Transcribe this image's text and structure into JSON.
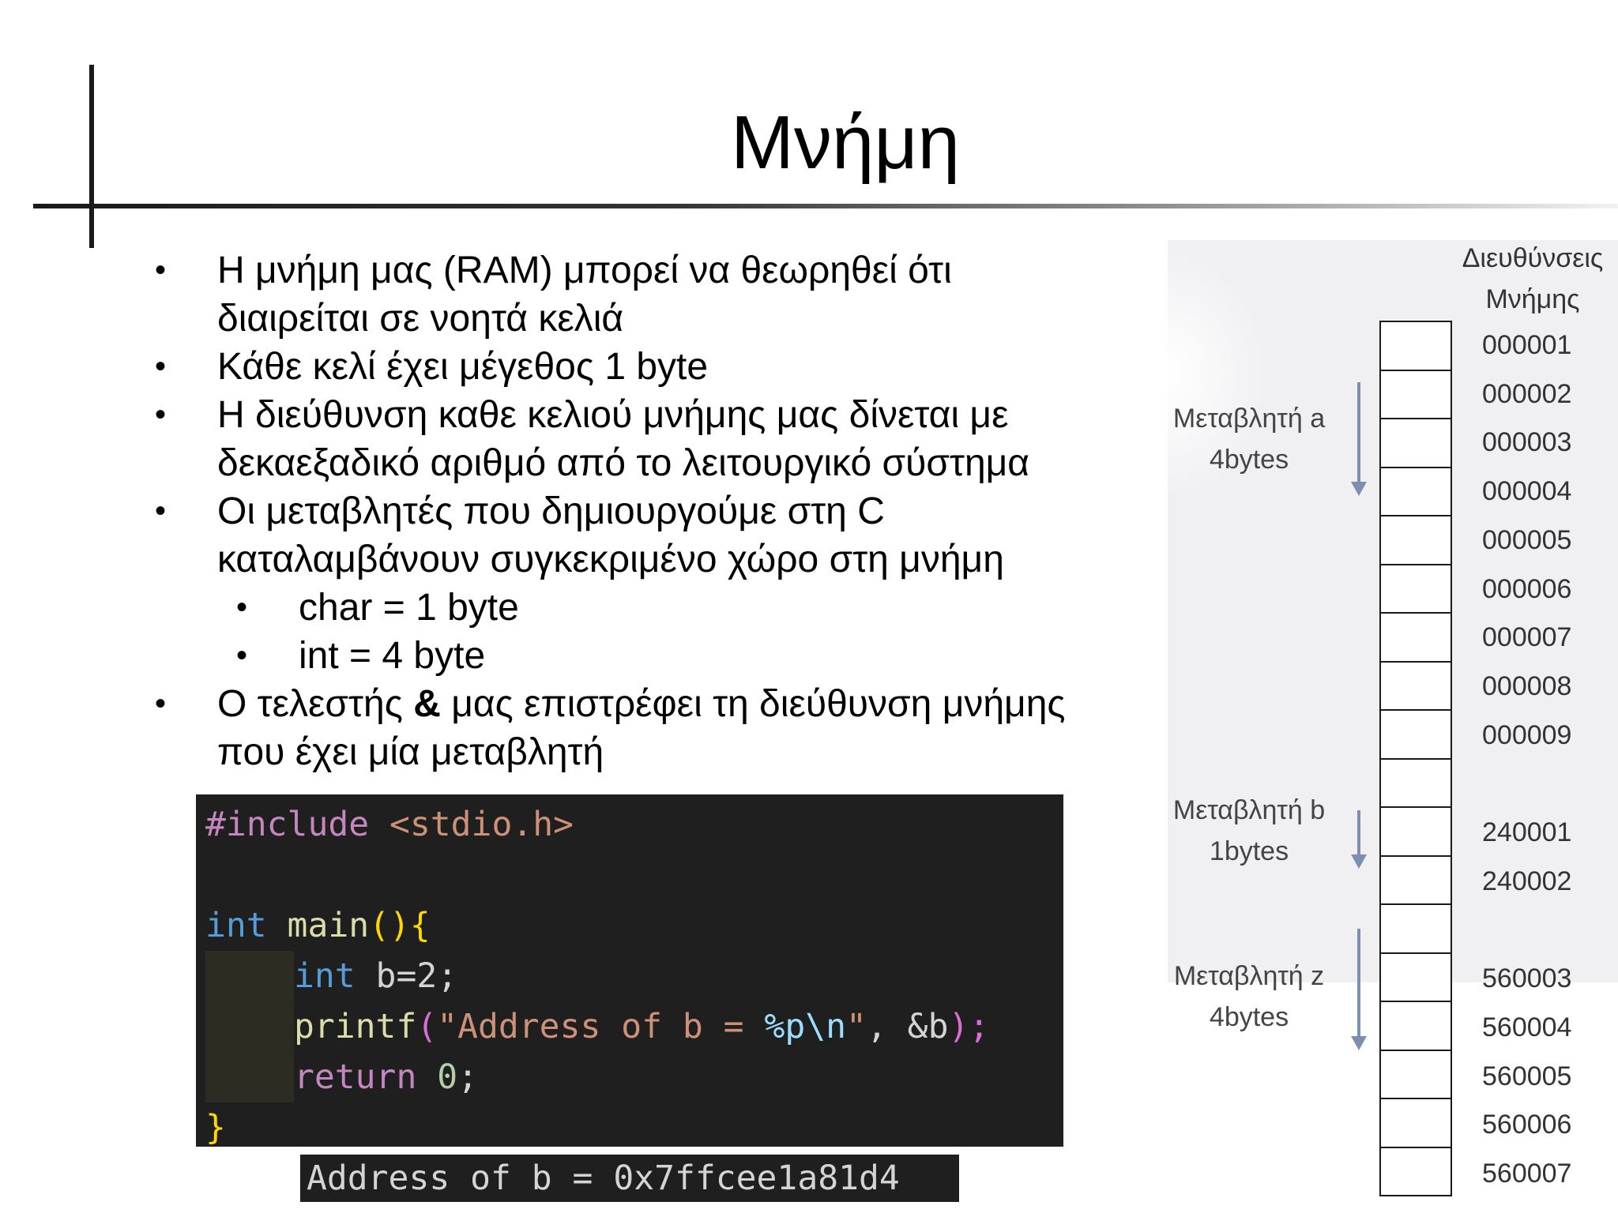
{
  "slide": {
    "title": "Μνήμη",
    "bullets": [
      "Η μνήμη μας (RAM) μπορεί να θεωρηθεί ότι",
      "διαιρείται σε νοητά κελιά",
      "Κάθε κελί έχει μέγεθος 1 byte",
      "Η διεύθυνση καθε κελιού μνήμης μας δίνεται με",
      "δεκαεξαδικό αριθμό από το λειτουργικό σύστημα",
      "Οι μεταβλητές που δημιουργούμε στη C",
      "καταλαμβάνουν συγκεκριμένο χώρο στη μνήμη",
      "char = 1 byte",
      "int = 4 byte",
      "Ο τελεστής ",
      "&",
      " μας επιστρέφει τη διεύθυνση μνήμης",
      "που έχει μία μεταβλητή"
    ]
  },
  "code": {
    "line1_pre": "#include",
    "line1_inc": " <stdio.h>",
    "line3_kw": "int",
    "line3_fn": " main",
    "line3_br": "(){",
    "line4_kw": "int",
    "line4_rest": " b=2;",
    "line5_fn": "printf",
    "line5_open": "(",
    "line5_str": "\"Address of b = ",
    "line5_esc": "%p\\n",
    "line5_strend": "\"",
    "line5_rest": ", &b",
    "line5_close": ");",
    "line6_kw": "return",
    "line6_num": " 0",
    "line6_end": ";",
    "line7_br": "}",
    "output": "Address of b = 0x7ffcee1a81d4"
  },
  "memory_diagram": {
    "header_line1": "Διευθύνσεις",
    "header_line2": "Μνήμης",
    "addresses": [
      "000001",
      "000002",
      "000003",
      "000004",
      "000005",
      "000006",
      "000007",
      "000008",
      "000009",
      "240001",
      "240002",
      "560003",
      "560004",
      "560005",
      "560006",
      "560007"
    ],
    "var_a_name": "Μεταβλητή a",
    "var_a_size": "4bytes",
    "var_b_name": "Μεταβλητή b",
    "var_b_size": "1bytes",
    "var_z_name": "Μεταβλητή z",
    "var_z_size": "4bytes"
  }
}
